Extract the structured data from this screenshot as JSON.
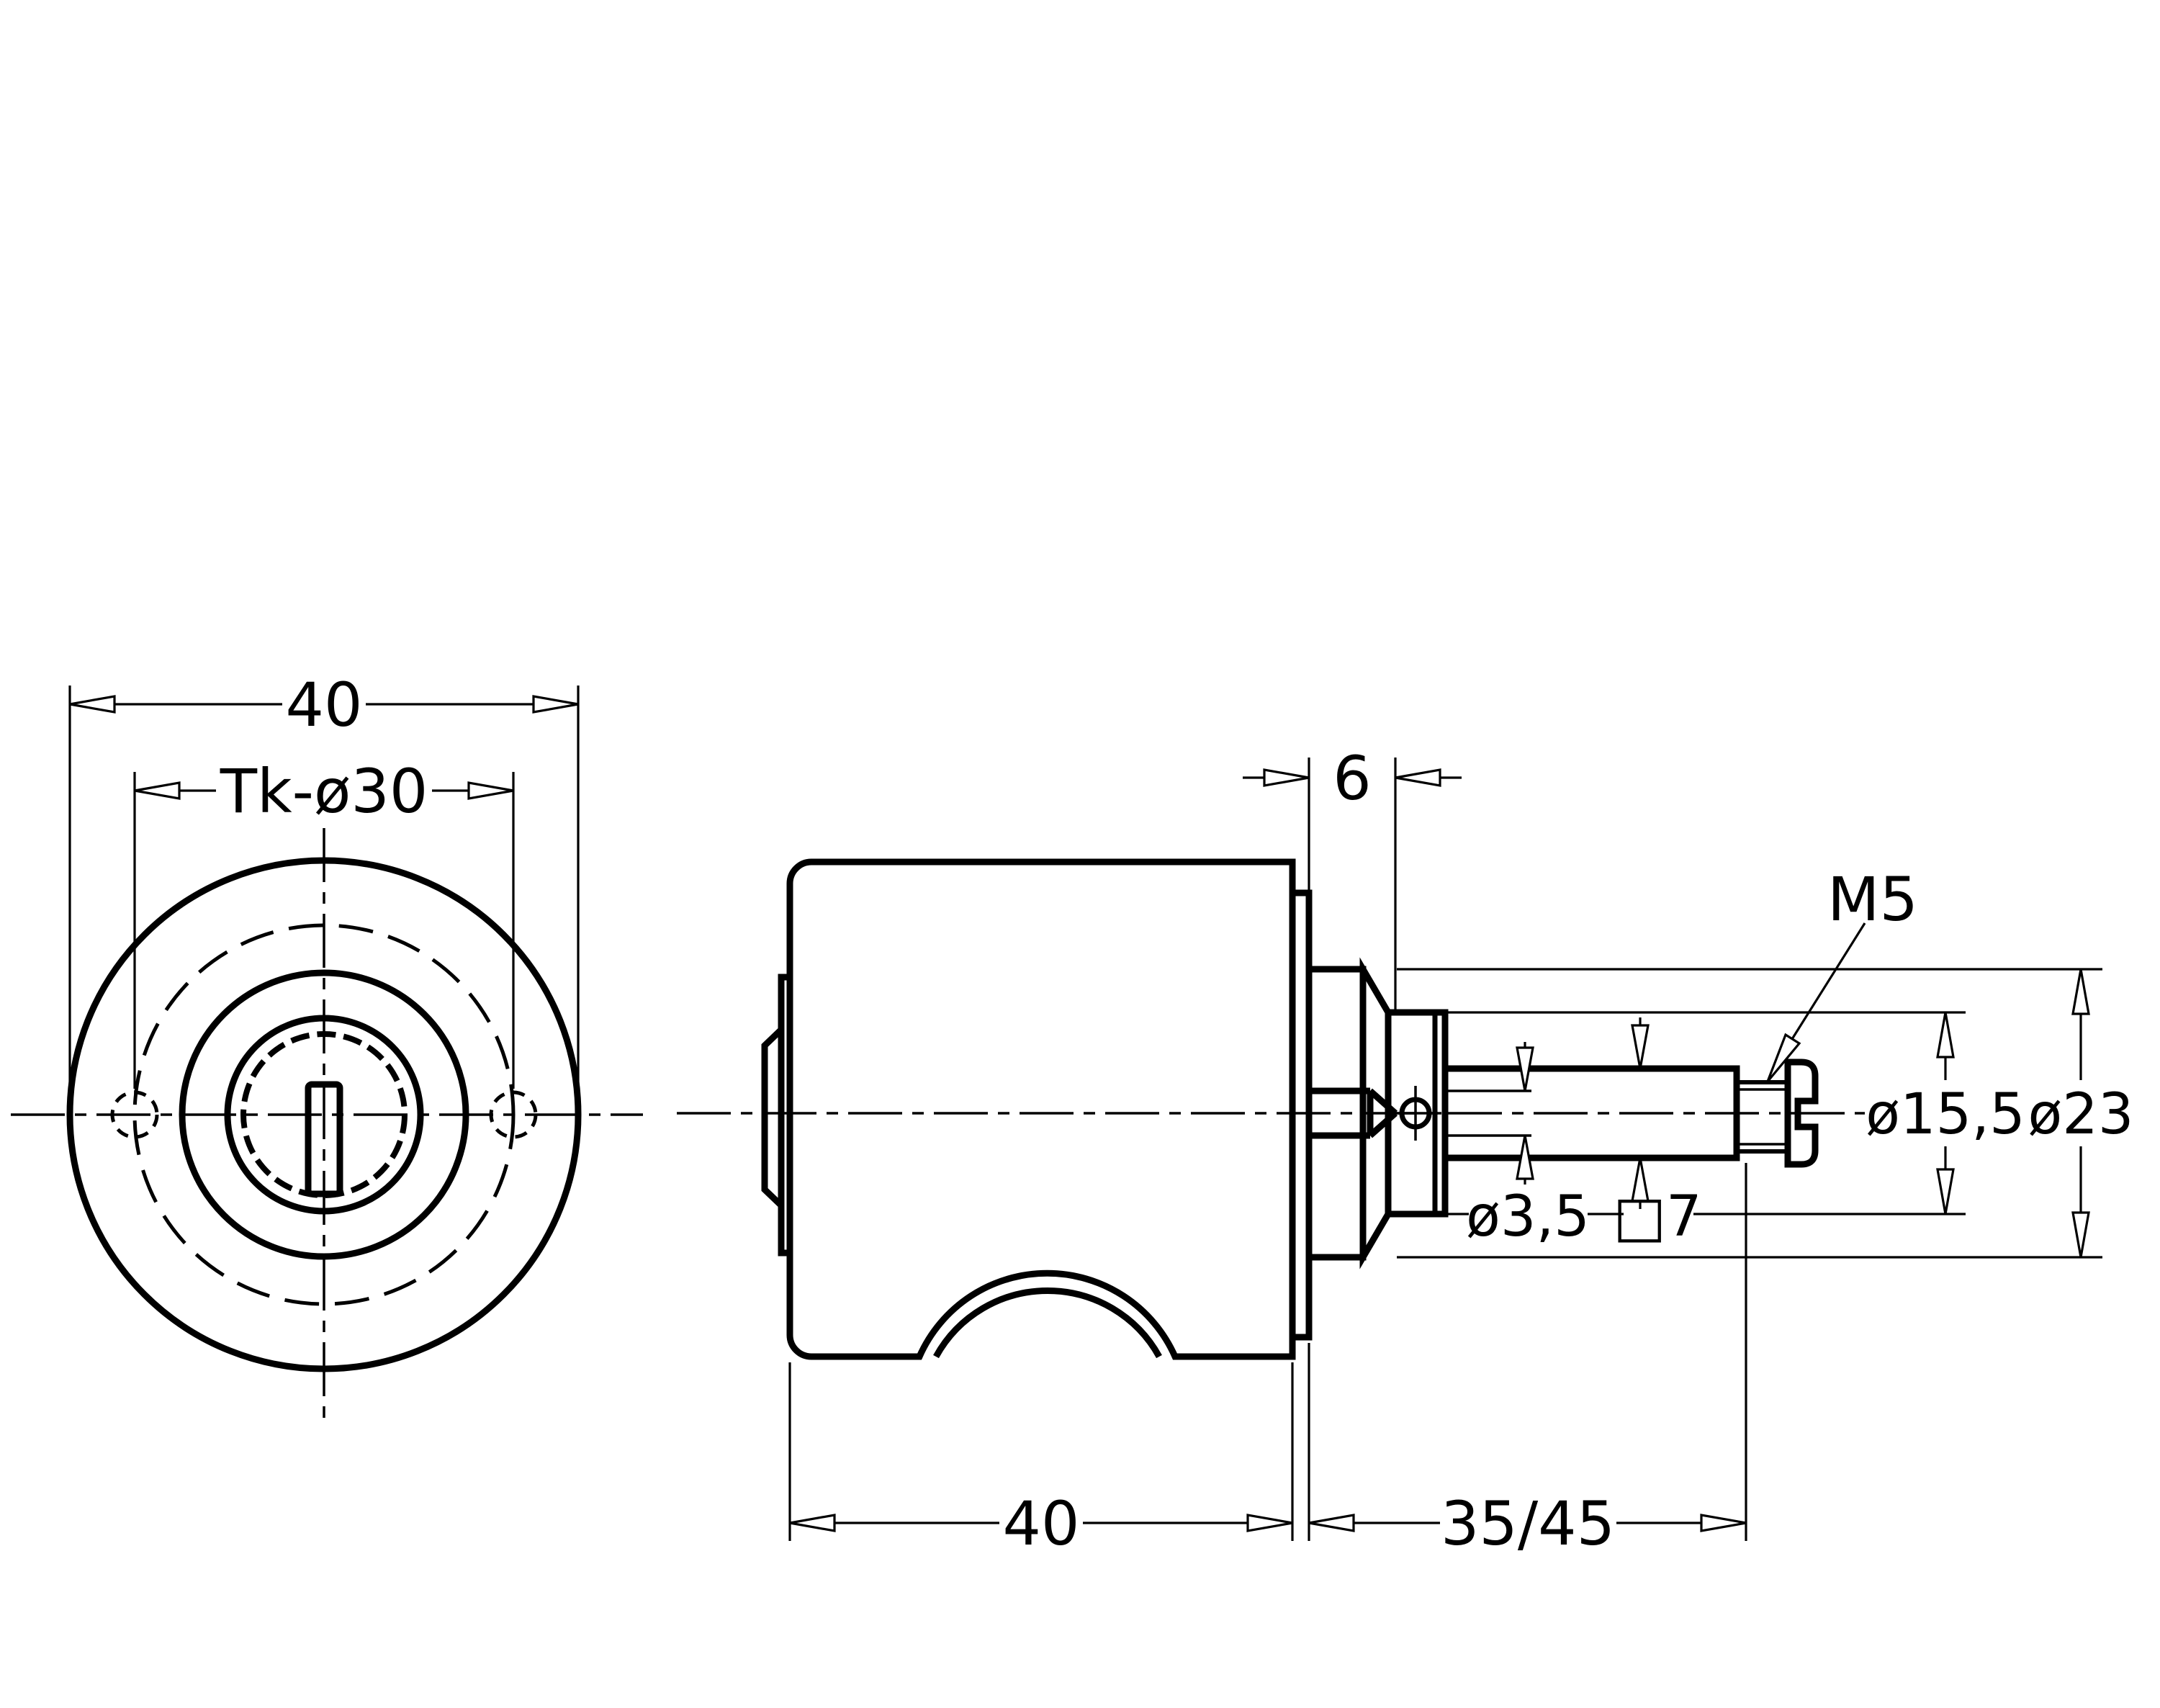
{
  "colors": {
    "line": "#000000",
    "background": "#ffffff"
  },
  "front_view": {
    "dim_flange_width": "40",
    "dim_bolt_circle": "Tk-ø30"
  },
  "side_view": {
    "dim_body_length": "40",
    "dim_shaft_length": "35/45",
    "dim_front_boss_length": "6",
    "dim_thread": "M5",
    "dim_bushing_diameter": "ø15,5",
    "dim_boss_diameter": "ø23",
    "dim_hole_diameter": "ø3,5",
    "dim_square_shaft": "□7"
  }
}
